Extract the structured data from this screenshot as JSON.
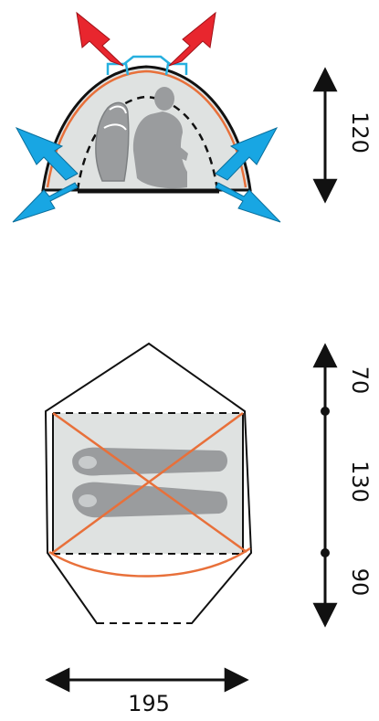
{
  "colors": {
    "outline": "#111111",
    "flysheet": "#e8703a",
    "floor": "#dfe2e1",
    "figure": "#9a9c9e",
    "hot_air": "#e8262e",
    "cold_air": "#18a6e3",
    "vent": "#27b0df"
  },
  "icons": {
    "outflow": "red-arrow-icon",
    "inflow": "blue-arrow-icon"
  },
  "dimensions": {
    "height": "120",
    "front_vestibule": "70",
    "inner_length": "130",
    "rear_vestibule": "90",
    "width": "195"
  }
}
